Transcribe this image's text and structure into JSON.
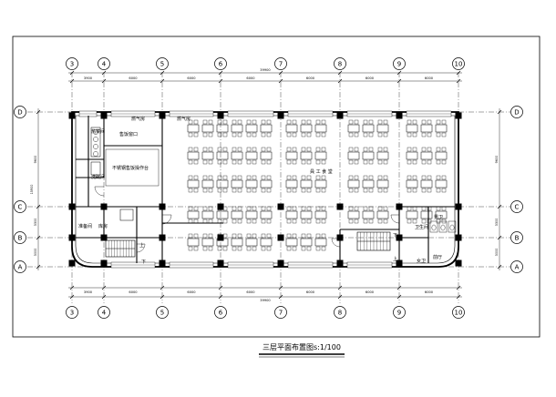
{
  "drawing": {
    "title": "三层平面布置图",
    "scale": "1:100",
    "title_full": "三层平面布置图s:1/100"
  },
  "grid": {
    "columns": [
      "3",
      "4",
      "5",
      "6",
      "7",
      "8",
      "9",
      "10"
    ],
    "rows": [
      "D",
      "C",
      "B",
      "A"
    ],
    "top_dims": [
      "3900",
      "6000",
      "6000",
      "6000",
      "6000",
      "6000",
      "6000"
    ],
    "bottom_dims": [
      "3900",
      "6000",
      "6000",
      "6000",
      "6000",
      "6000",
      "6000"
    ],
    "overall_dim": "39900",
    "side_dims": [
      "9600",
      "3300",
      "3000"
    ],
    "overall_side_dim": "15900"
  },
  "rooms": {
    "dining_label": "員 工 食 堂",
    "labels": [
      {
        "name": "label-hot-kitchen",
        "text": "热菜间"
      },
      {
        "name": "label-serving-window",
        "text": "售饭窗口"
      },
      {
        "name": "label-stainless-counter",
        "text": "不锈钢售饭操作台"
      },
      {
        "name": "label-dish-room",
        "text": "洗碗间"
      },
      {
        "name": "label-prep-room",
        "text": "准备间"
      },
      {
        "name": "label-storage",
        "text": "库房"
      },
      {
        "name": "label-gas-room-1",
        "text": "燃气房"
      },
      {
        "name": "label-gas-room-2",
        "text": "燃气房"
      },
      {
        "name": "label-restroom",
        "text": "卫生间"
      },
      {
        "name": "label-male",
        "text": "男卫"
      },
      {
        "name": "label-female",
        "text": "女卫"
      },
      {
        "name": "label-lobby",
        "text": "前厅"
      },
      {
        "name": "label-up-1",
        "text": "上"
      },
      {
        "name": "label-down-1",
        "text": "下"
      },
      {
        "name": "label-up-2",
        "text": "上"
      },
      {
        "name": "label-down-2",
        "text": "下"
      }
    ]
  },
  "colors": {
    "line": "#000000",
    "paper": "#ffffff",
    "hatch": "#555555"
  }
}
